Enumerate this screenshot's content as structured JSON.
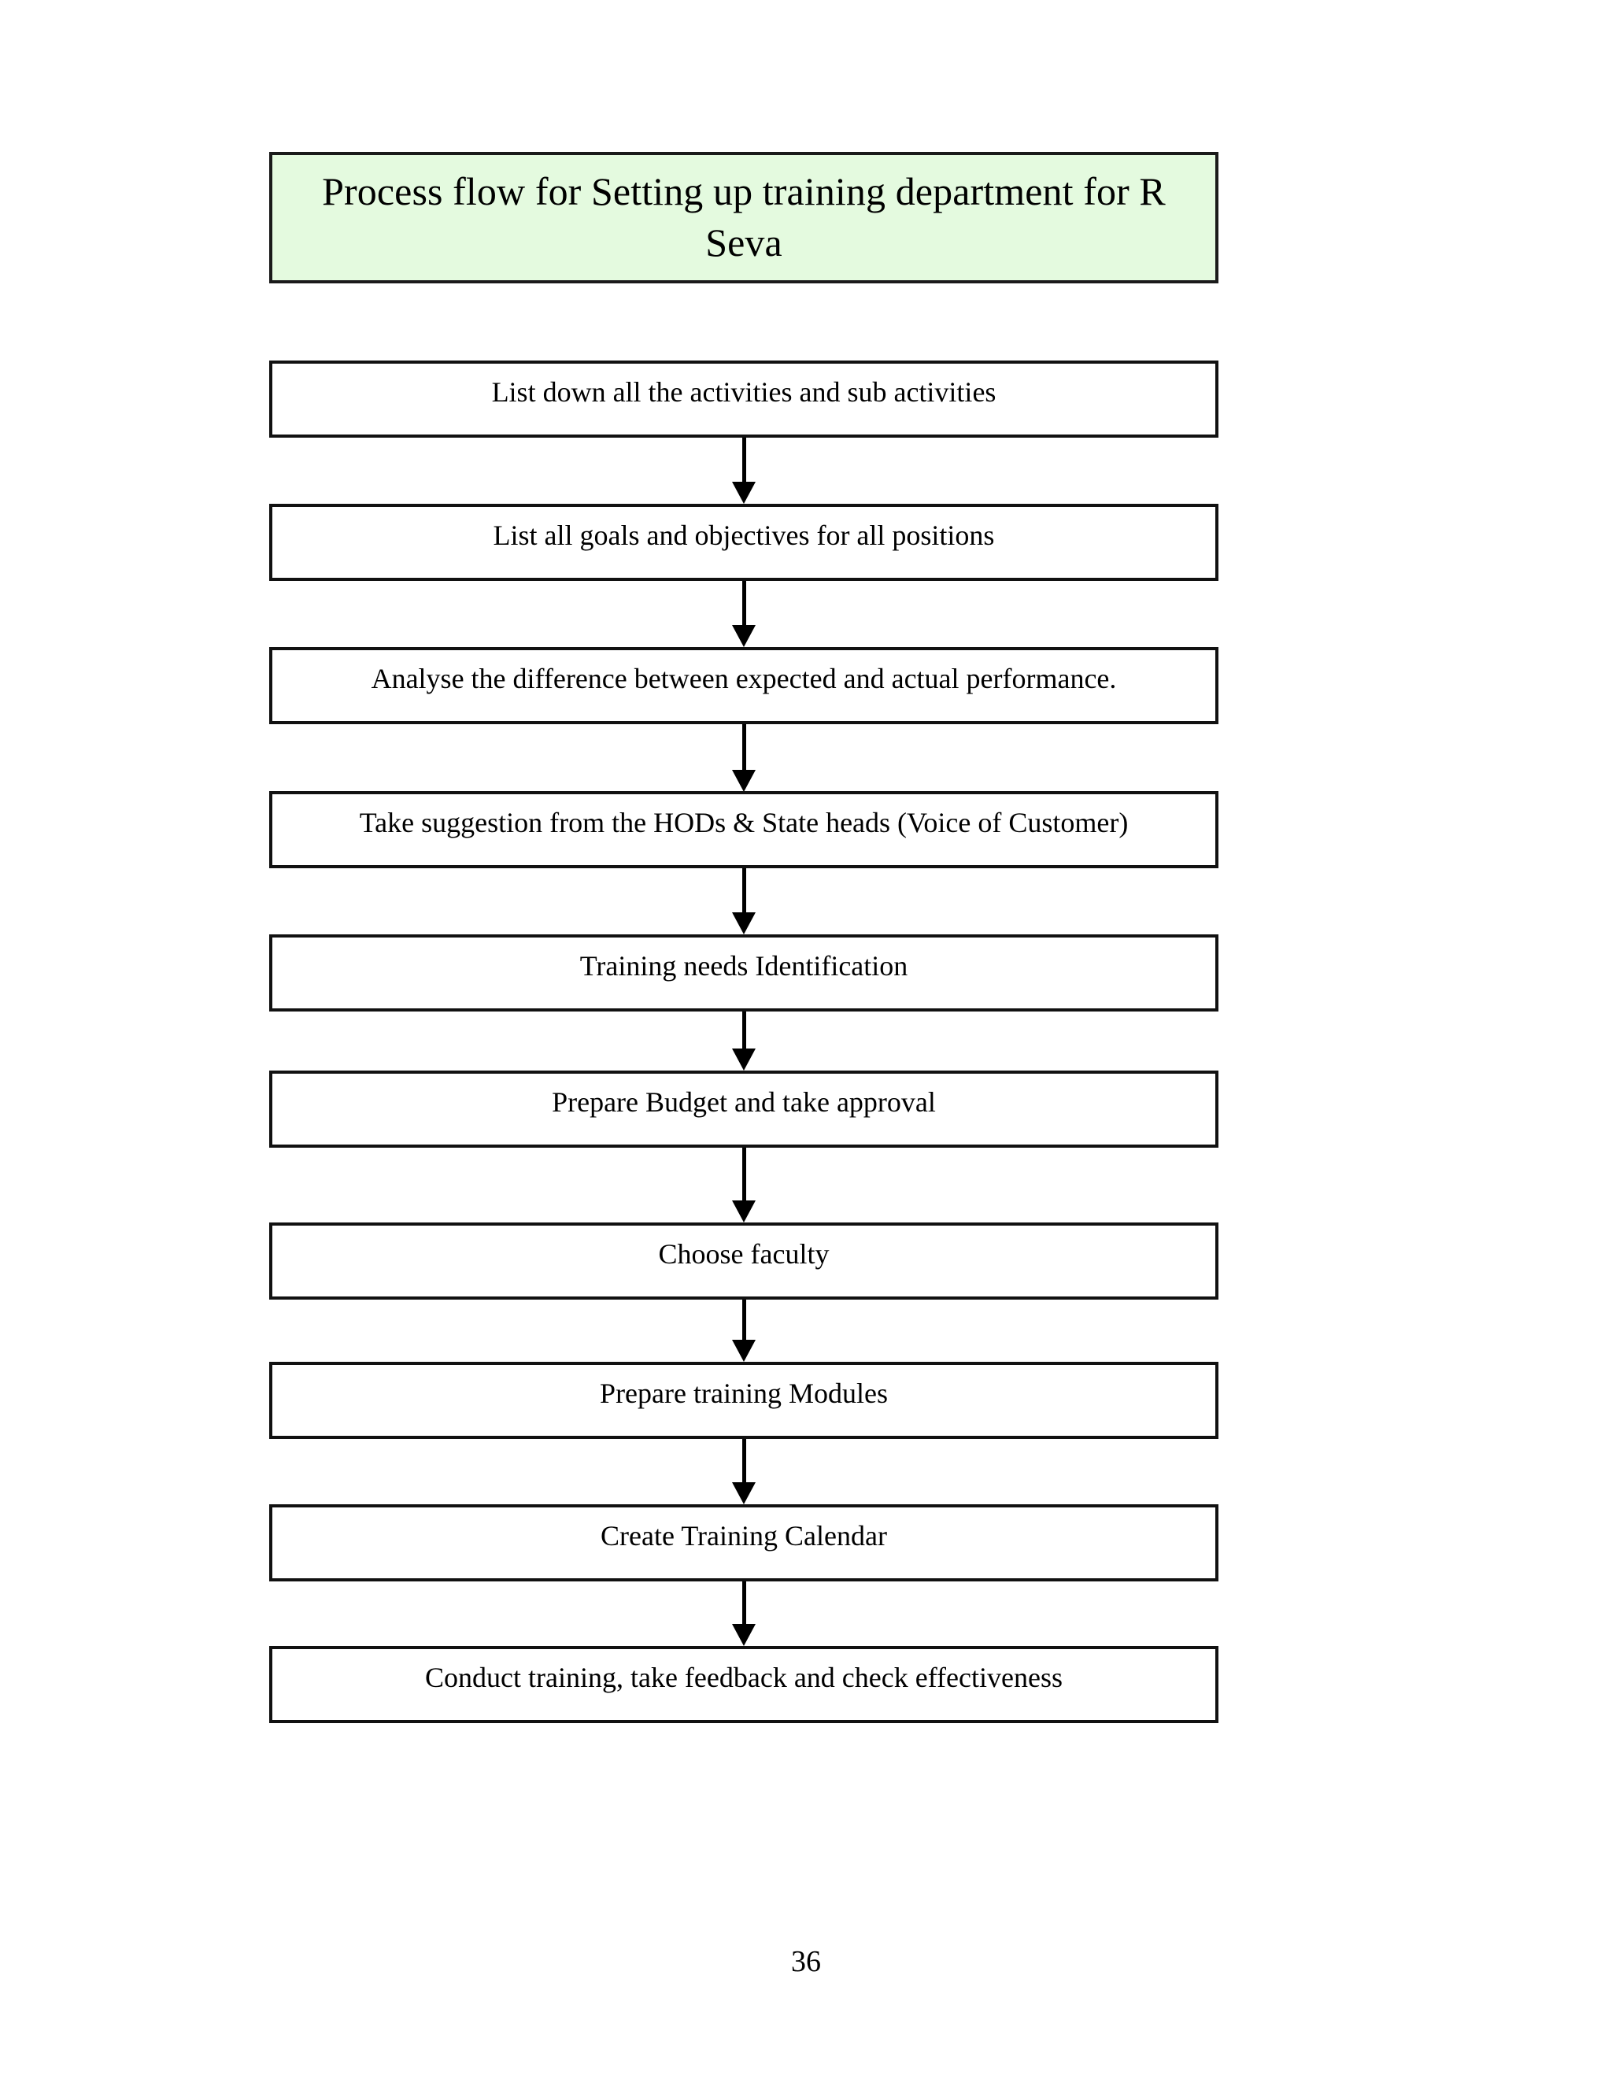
{
  "document": {
    "title": "Process flow for Setting up training department for R Seva",
    "page_number": "36"
  },
  "colors": {
    "title_box_fill": "#e4fadf",
    "box_border": "#111111",
    "title_border": "#1a1a1a",
    "arrow": "#000000",
    "page_background": "#ffffff",
    "text": "#000000"
  },
  "flowchart": {
    "type": "vertical-linear-flow",
    "header": {
      "label": "Process flow for Setting up training department for R Seva",
      "line1": "Process flow for Setting up training department for",
      "line2": "R Seva"
    },
    "steps": [
      {
        "index": 1,
        "label": "List down all the activities and sub activities"
      },
      {
        "index": 2,
        "label": "List all goals and objectives for all positions"
      },
      {
        "index": 3,
        "label": "Analyse the difference between expected and actual performance."
      },
      {
        "index": 4,
        "label": "Take suggestion from the HODs & State heads (Voice of Customer)"
      },
      {
        "index": 5,
        "label": "Training needs Identification"
      },
      {
        "index": 6,
        "label": "Prepare Budget and take approval"
      },
      {
        "index": 7,
        "label": "Choose faculty"
      },
      {
        "index": 8,
        "label": "Prepare training Modules"
      },
      {
        "index": 9,
        "label": "Create Training Calendar"
      },
      {
        "index": 10,
        "label": "Conduct training, take feedback and check effectiveness"
      }
    ],
    "connectors": [
      {
        "from": 1,
        "to": 2,
        "style": "arrow-down"
      },
      {
        "from": 2,
        "to": 3,
        "style": "arrow-down"
      },
      {
        "from": 3,
        "to": 4,
        "style": "arrow-down"
      },
      {
        "from": 4,
        "to": 5,
        "style": "arrow-down"
      },
      {
        "from": 5,
        "to": 6,
        "style": "arrow-down"
      },
      {
        "from": 6,
        "to": 7,
        "style": "arrow-down"
      },
      {
        "from": 7,
        "to": 8,
        "style": "arrow-down"
      },
      {
        "from": 8,
        "to": 9,
        "style": "arrow-down"
      },
      {
        "from": 9,
        "to": 10,
        "style": "arrow-down"
      }
    ]
  }
}
